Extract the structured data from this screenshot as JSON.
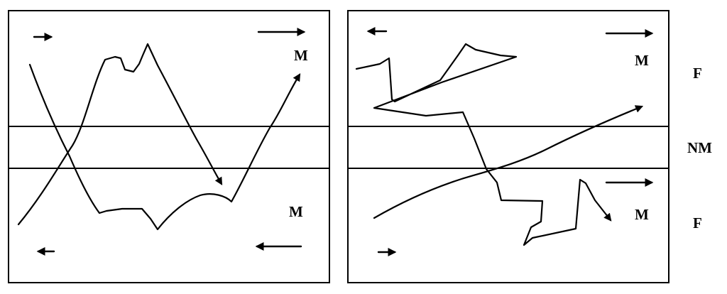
{
  "panels": [
    {
      "id": "left",
      "labels": {
        "top": "M",
        "bottom": "M"
      }
    },
    {
      "id": "right",
      "labels": {
        "top": "M",
        "bottom": "M"
      }
    }
  ],
  "side_labels": {
    "top": "F",
    "middle": "NM",
    "bottom": "F"
  },
  "colors": {
    "ink": "#000000",
    "background": "#ffffff"
  }
}
